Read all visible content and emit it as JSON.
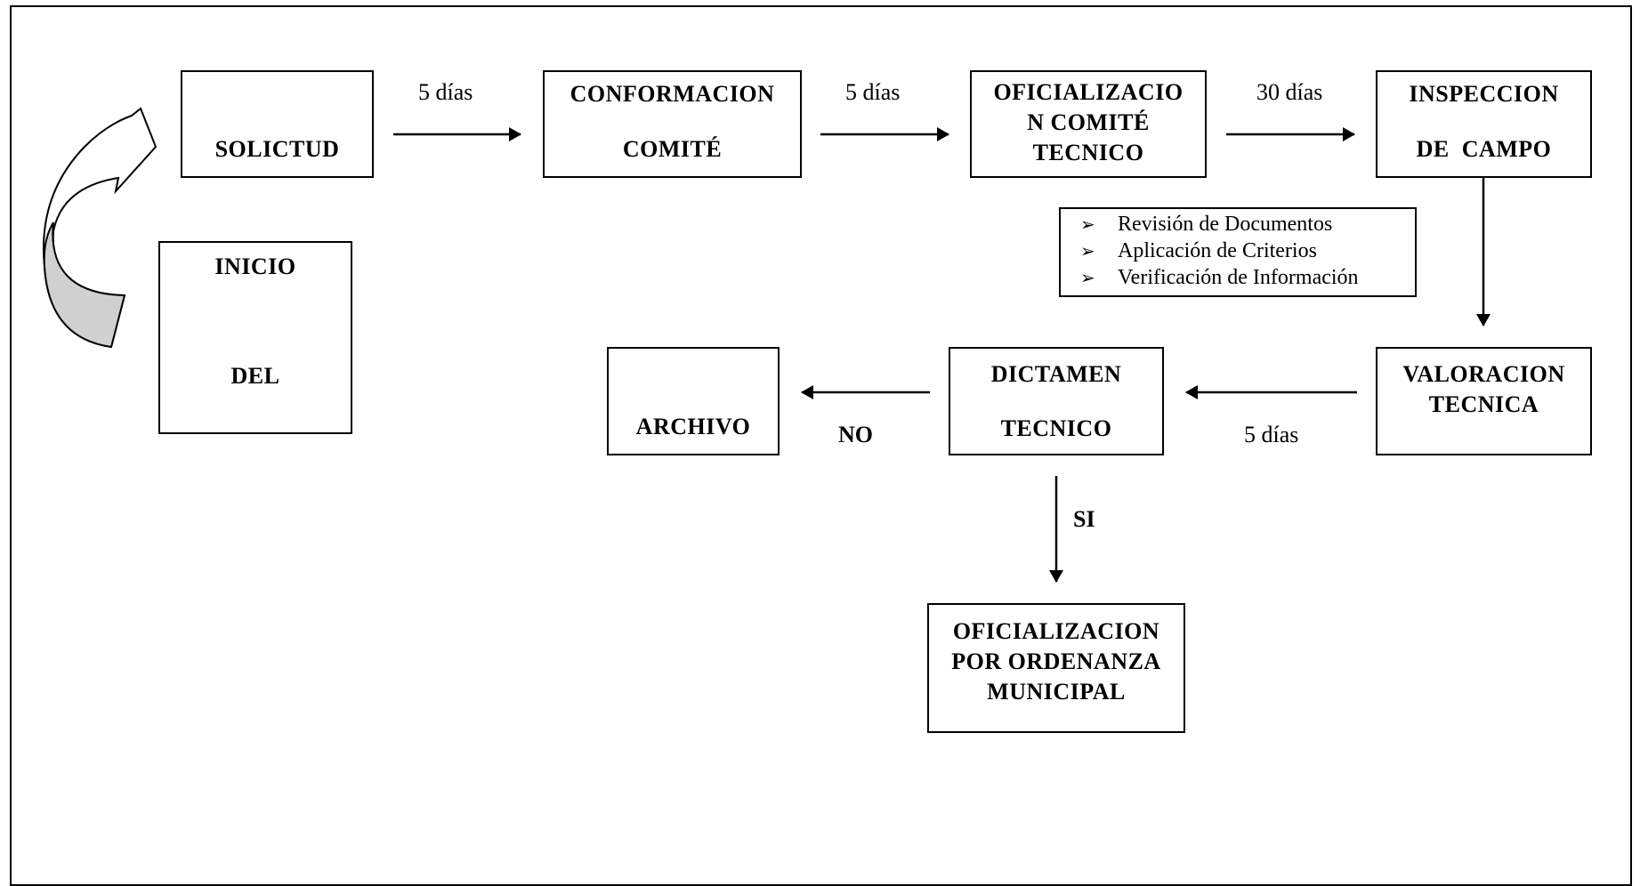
{
  "boxes": {
    "solicitud": [
      "SOLICTUD"
    ],
    "inicio": [
      "INICIO",
      "DEL"
    ],
    "conformacion": [
      "CONFORMACION",
      "COMITÉ"
    ],
    "oficializacion_comite": [
      "OFICIALIZACIO",
      "N COMITÉ",
      "TECNICO"
    ],
    "inspeccion": [
      "INSPECCION",
      "DE  CAMPO"
    ],
    "valoracion": [
      "VALORACION",
      "TECNICA"
    ],
    "dictamen": [
      "DICTAMEN",
      "TECNICO"
    ],
    "archivo": [
      "ARCHIVO"
    ],
    "oficializacion_ordenanza": [
      "OFICIALIZACION",
      "POR ORDENANZA",
      "MUNICIPAL"
    ]
  },
  "labels": {
    "days_1": "5 días",
    "days_2": "5 días",
    "days_3": "30 días",
    "days_4": "5 días",
    "no": "NO",
    "si": "SI"
  },
  "notes": {
    "bullet": "➢",
    "items": [
      "Revisión de Documentos",
      "Aplicación de Criterios",
      "Verificación de Información"
    ]
  },
  "colors": {
    "curved_arrow_fill": "#d0d0d0"
  }
}
